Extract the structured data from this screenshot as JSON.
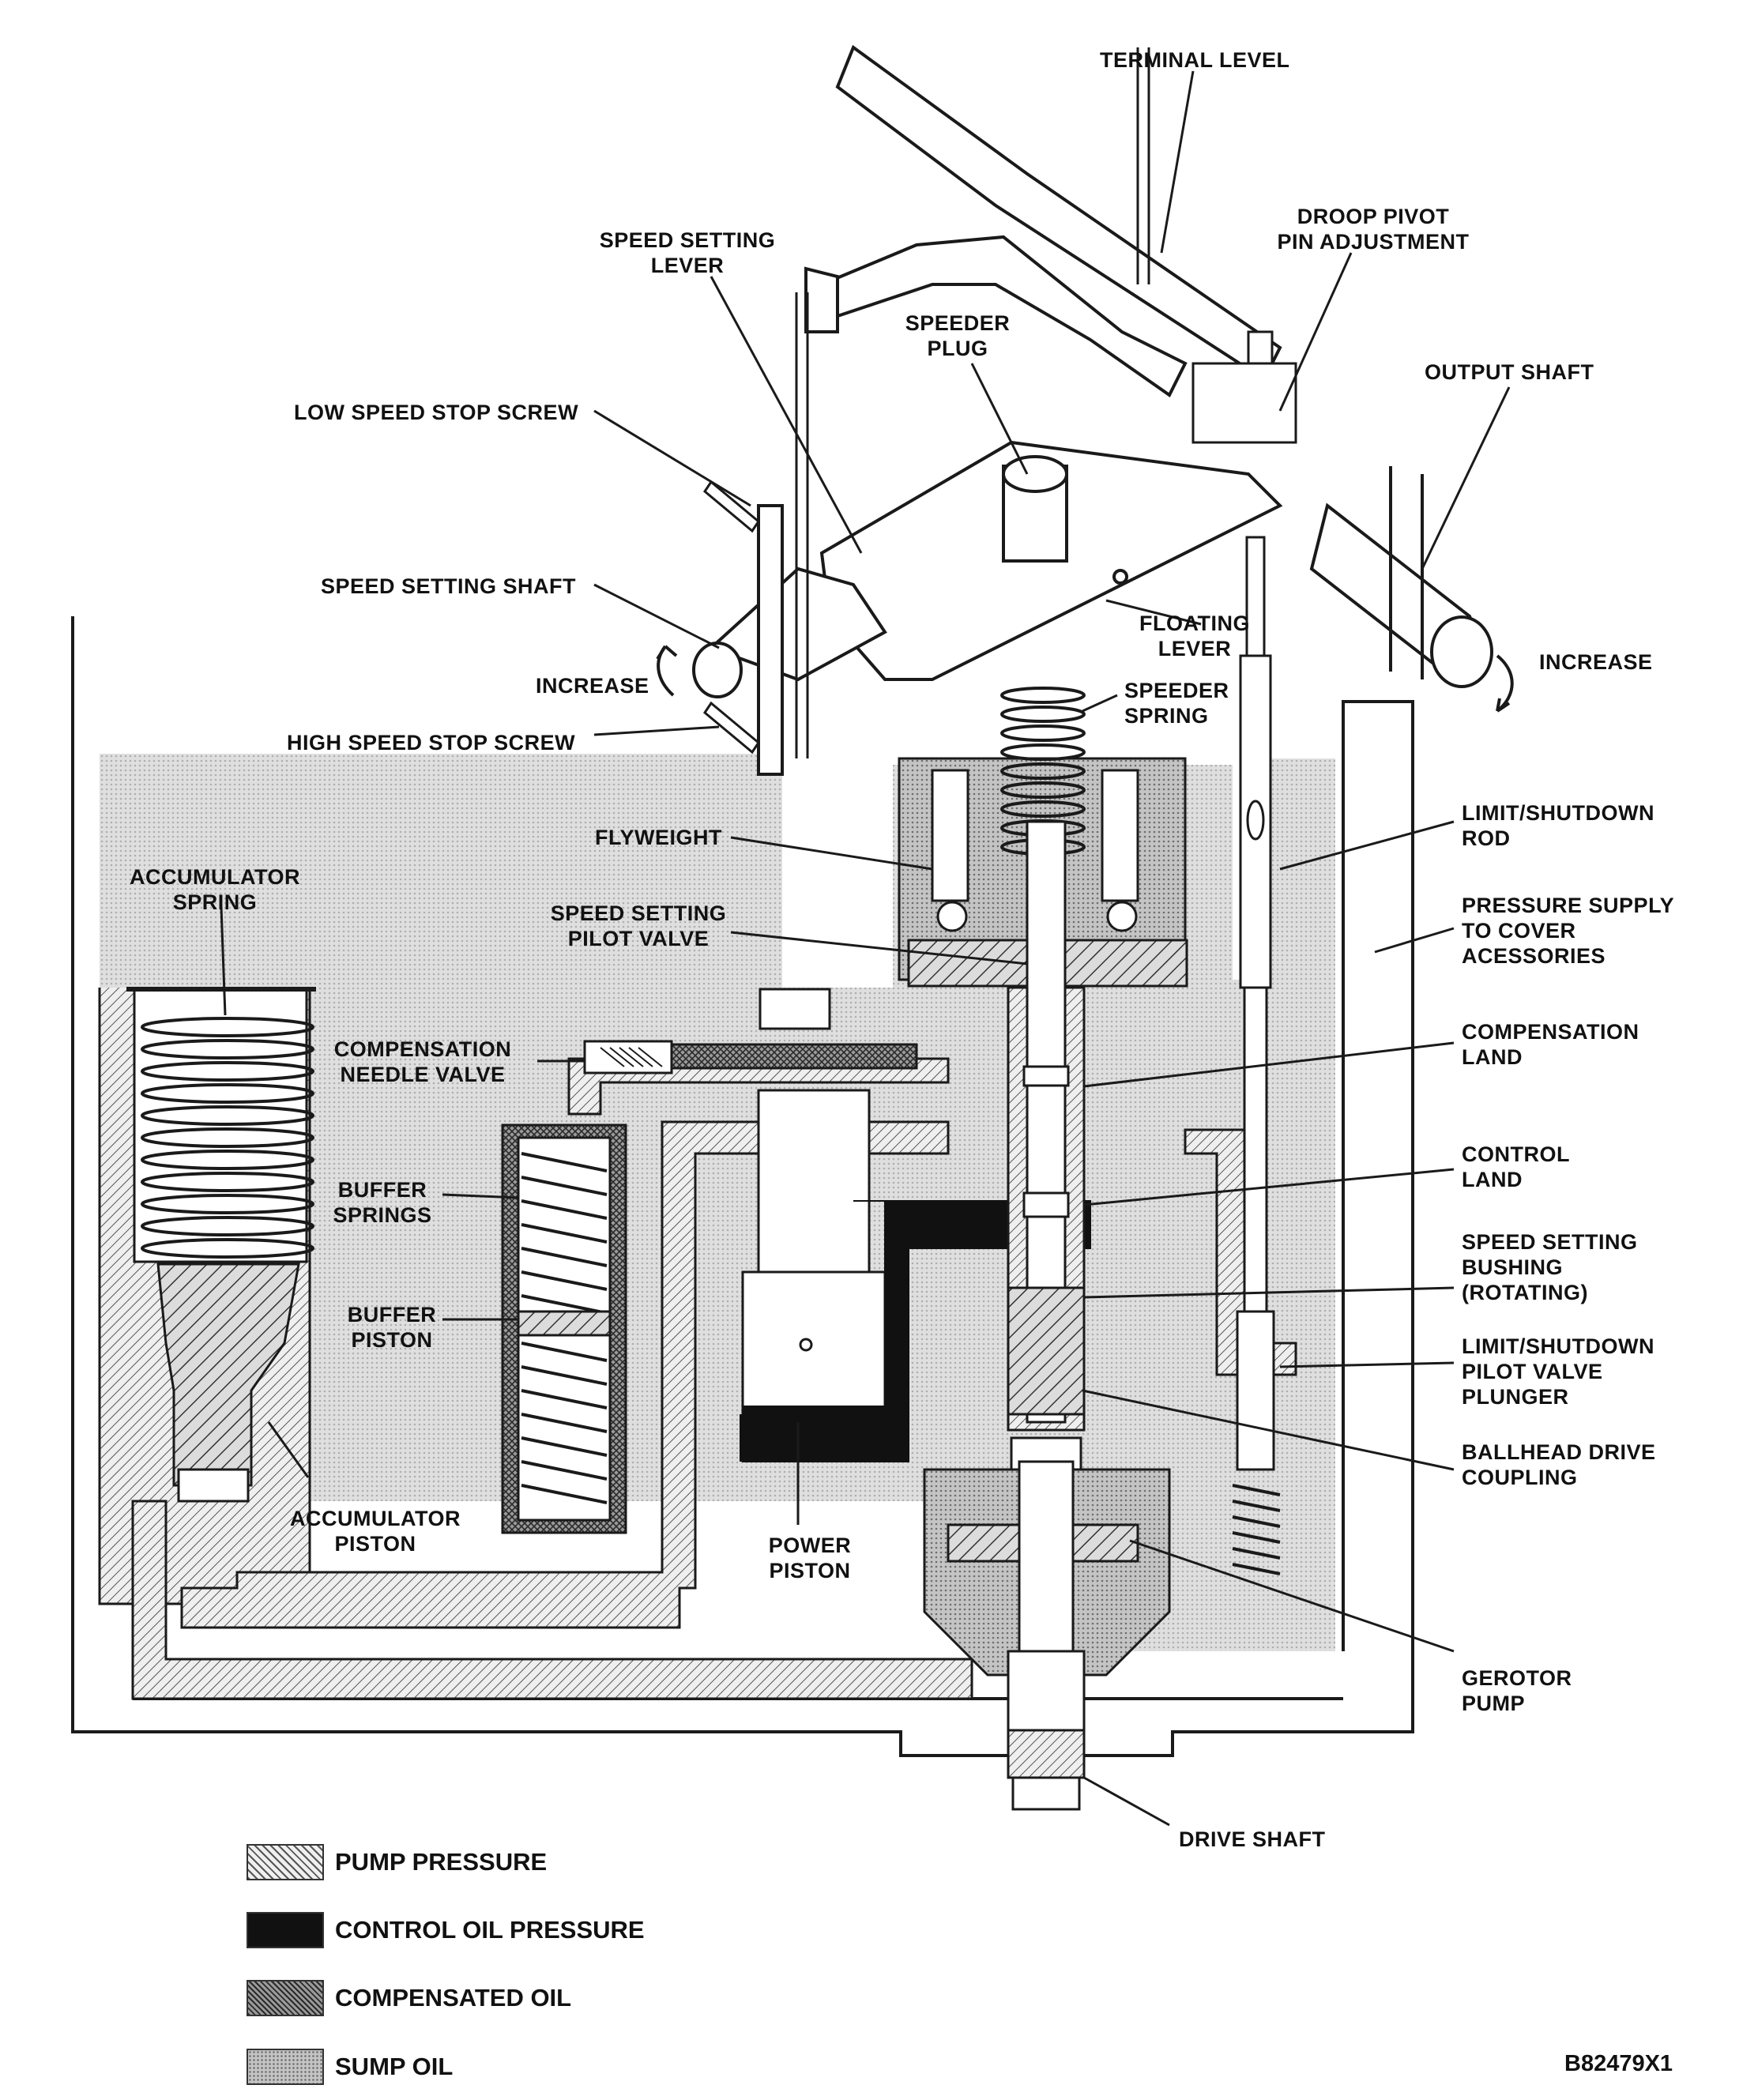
{
  "labels": {
    "terminal_level": "TERMINAL LEVEL",
    "speed_setting_lever": "SPEED SETTING\nLEVER",
    "droop_pivot": "DROOP PIVOT\nPIN ADJUSTMENT",
    "speeder_plug": "SPEEDER\nPLUG",
    "output_shaft": "OUTPUT SHAFT",
    "low_speed_stop": "LOW SPEED STOP SCREW",
    "speed_setting_shaft": "SPEED SETTING SHAFT",
    "floating_lever": "FLOATING\nLEVER",
    "increase_left": "INCREASE",
    "increase_right": "INCREASE",
    "speeder_spring": "SPEEDER\nSPRING",
    "high_speed_stop": "HIGH SPEED STOP SCREW",
    "flyweight": "FLYWEIGHT",
    "limit_shutdown_rod": "LIMIT/SHUTDOWN\nROD",
    "accumulator_spring": "ACCUMULATOR\nSPRING",
    "speed_setting_pilot_valve": "SPEED SETTING\nPILOT VALVE",
    "pressure_supply": "PRESSURE SUPPLY\nTO COVER\nACESSORIES",
    "compensation_needle_valve": "COMPENSATION\nNEEDLE VALVE",
    "compensation_land": "COMPENSATION\nLAND",
    "control_land": "CONTROL\nLAND",
    "buffer_springs": "BUFFER\nSPRINGS",
    "speed_setting_bushing": "SPEED SETTING\nBUSHING\n(ROTATING)",
    "buffer_piston": "BUFFER\nPISTON",
    "limit_shutdown_pilot": "LIMIT/SHUTDOWN\nPILOT VALVE\nPLUNGER",
    "ballhead_drive": "BALLHEAD DRIVE\nCOUPLING",
    "accumulator_piston": "ACCUMULATOR\nPISTON",
    "power_piston": "POWER\nPISTON",
    "gerotor_pump": "GEROTOR\nPUMP",
    "drive_shaft": "DRIVE SHAFT"
  },
  "legend": [
    {
      "label": "PUMP PRESSURE",
      "pattern": "hatch"
    },
    {
      "label": "CONTROL OIL PRESSURE",
      "pattern": "solid"
    },
    {
      "label": "COMPENSATED OIL",
      "pattern": "cross"
    },
    {
      "label": "SUMP OIL",
      "pattern": "dots"
    }
  ],
  "figure_id": "B82479X1",
  "colors": {
    "ink": "#1a1a1a",
    "sump_oil": "#bdbdbd",
    "pump_pressure": "#d9d9d9",
    "control_oil": "#111111",
    "compensated_oil": "#7a7a7a",
    "paper": "#ffffff"
  }
}
